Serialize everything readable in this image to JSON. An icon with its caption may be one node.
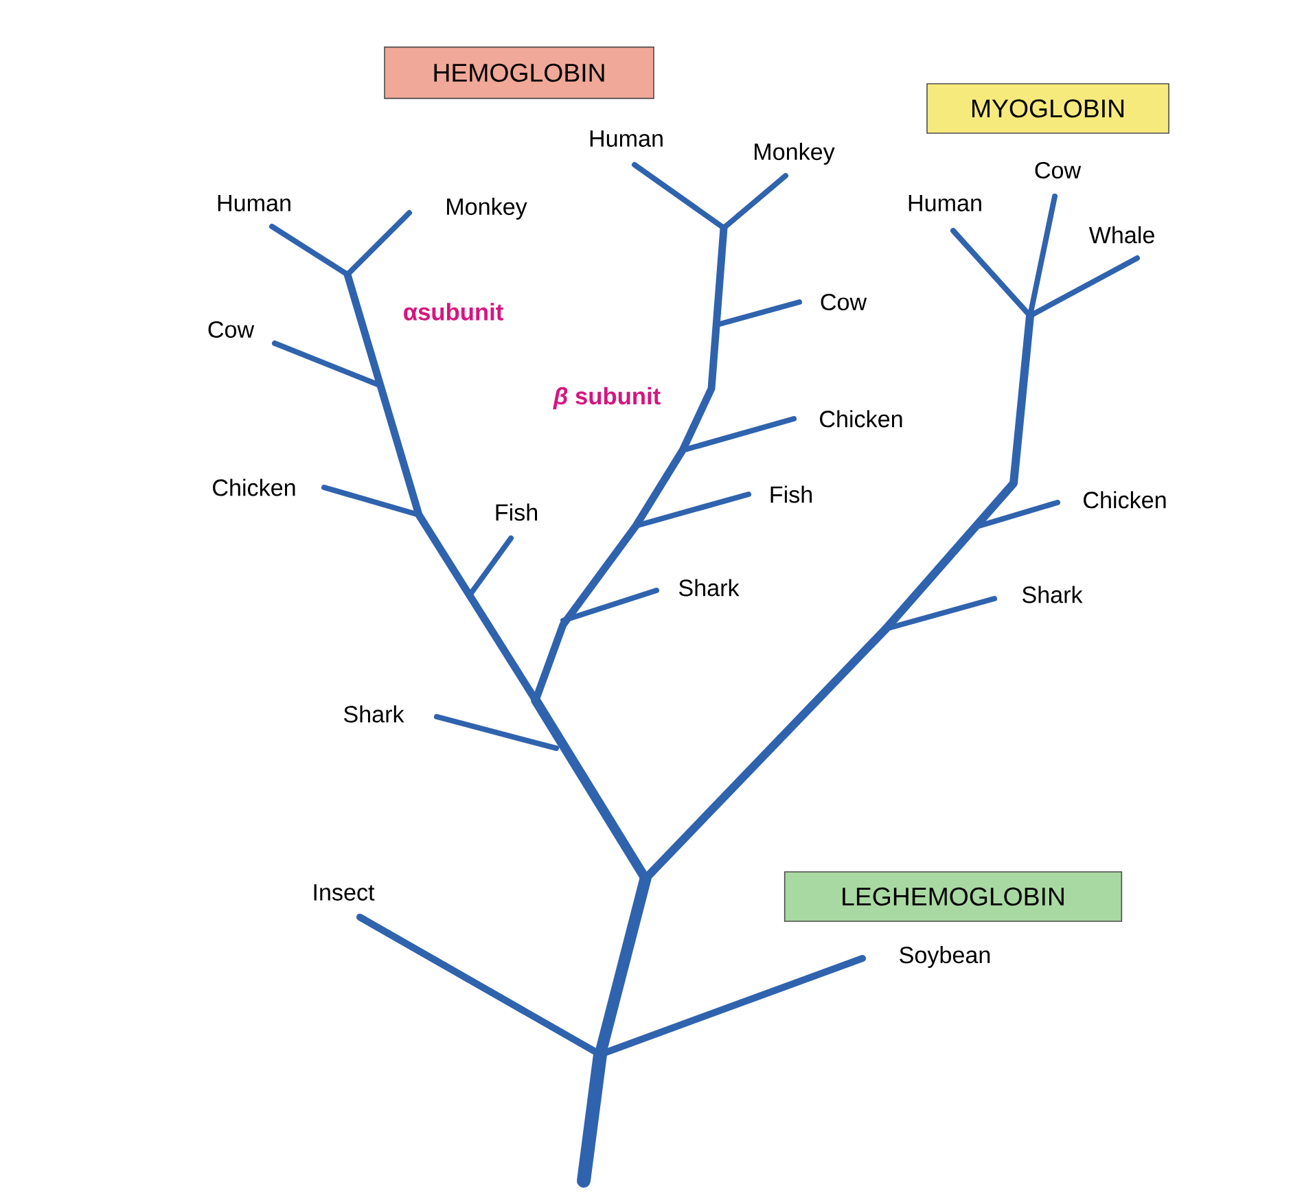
{
  "diagram": {
    "nodes": [
      {
        "text": [
          "HEMOGLOBIN"
        ]
      },
      {
        "text": [
          "MYOGLOBIN"
        ]
      },
      {
        "text": [
          "LEGHEMOGLOBIN"
        ]
      }
    ],
    "labels": [
      "Human",
      "Monkey",
      "Cow",
      "Human",
      "Human",
      "Monkey",
      "Whale",
      "Cow",
      "αsubunit",
      "Cow",
      "*β* subunit",
      "Chicken",
      "Chicken",
      "Fish",
      "Chicken",
      "Fish",
      "Shark",
      "Shark",
      "Shark",
      "Insect",
      "Soybean"
    ]
  }
}
